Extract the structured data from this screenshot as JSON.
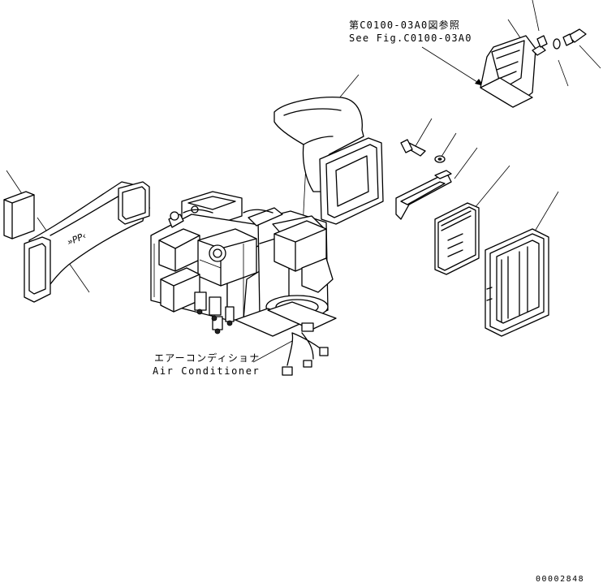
{
  "reference": {
    "line_jp": "第C0100-03A0図参照",
    "line_en": "See Fig.C0100-03A0"
  },
  "assembly": {
    "label_jp": "エアーコンディショナ",
    "label_en": "Air Conditioner"
  },
  "drawing_number": "00002848",
  "colors": {
    "line": "#000000",
    "background": "#ffffff"
  }
}
